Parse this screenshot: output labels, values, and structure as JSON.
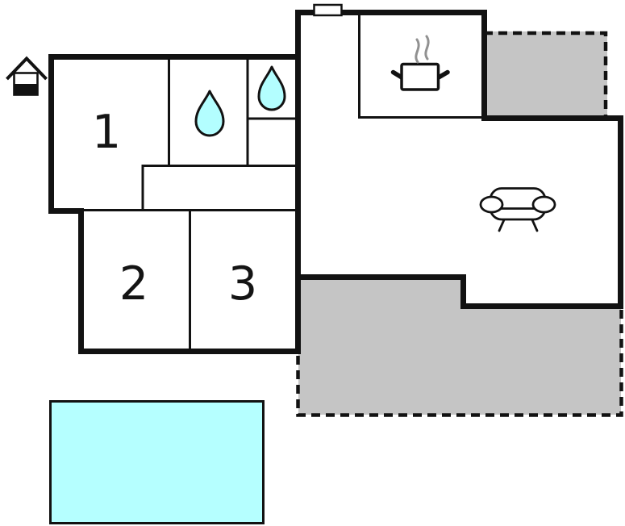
{
  "floorplan": {
    "rooms": [
      {
        "name": "bedroom-1",
        "label": "1"
      },
      {
        "name": "bedroom-2",
        "label": "2"
      },
      {
        "name": "bedroom-3",
        "label": "3"
      }
    ],
    "icons": {
      "entrance": "house-icon",
      "bathroom_large": "water-drop-icon",
      "bathroom_small": "water-drop-icon",
      "kitchen": "cooking-pot-icon",
      "kitchen_steam": "steam-icon",
      "living_room": "sofa-icon",
      "top_wall_opening": "door-marker"
    },
    "colors": {
      "wall": "#121212",
      "terrace": "#c5c5c5",
      "water": "#b3feff",
      "pool": "#b5ffff",
      "steam": "#919191"
    }
  }
}
